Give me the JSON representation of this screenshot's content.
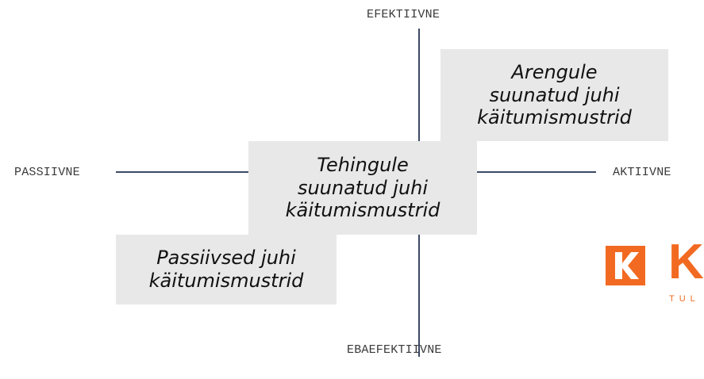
{
  "axes": {
    "top": "EFEKTIIVNE",
    "bottom": "EBAEFEKTIIVNE",
    "left": "PASSIIVNE",
    "right": "AKTIIVNE"
  },
  "boxes": {
    "transactional": "Tehingule\nsuunatud juhi\nkäitumismustrid",
    "developmental": "Arengule\nsuunatud juhi\nkäitumismustrid",
    "passive": "Passiivsed juhi\nkäitumismustrid"
  },
  "logo": {
    "letter": "K",
    "tagline": "TUL"
  },
  "colors": {
    "box_fill": "#e8e8e8",
    "axis_line": "#3b4a66",
    "logo_orange": "#f26a21"
  }
}
